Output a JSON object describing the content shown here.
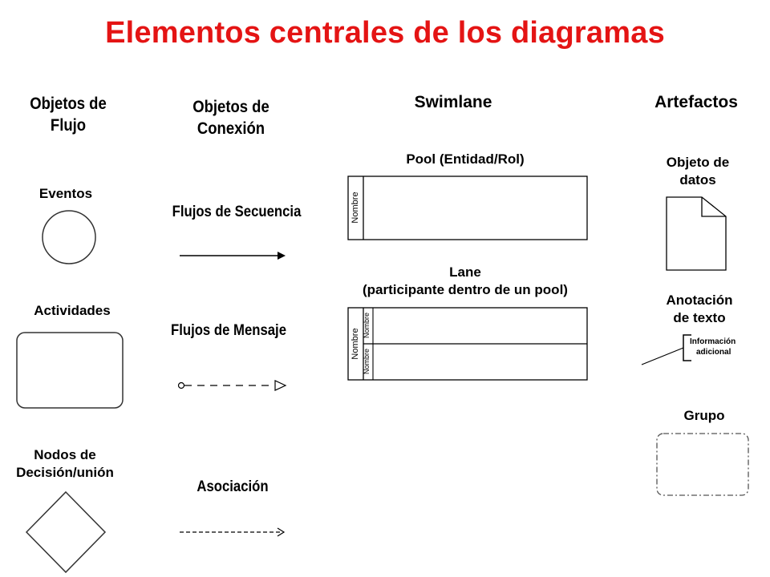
{
  "title": "Elementos centrales de los diagramas",
  "columns": {
    "flow": {
      "header_line1": "Objetos de",
      "header_line2": "Flujo",
      "events": "Eventos",
      "activities": "Actividades",
      "gateway_line1": "Nodos de",
      "gateway_line2": "Decisión/unión"
    },
    "connection": {
      "header_line1": "Objetos de",
      "header_line2": "Conexión",
      "sequence_flow": "Flujos de Secuencia",
      "message_flow": "Flujos de Mensaje",
      "association": "Asociación"
    },
    "swimlane": {
      "header": "Swimlane",
      "pool_label": "Pool (Entidad/Rol)",
      "pool_name": "Nombre",
      "lane_line1": "Lane",
      "lane_line2": "(participante dentro de un pool)",
      "lane_pool_name": "Nombre",
      "lane_name_1": "Nombre",
      "lane_name_2": "Nombre"
    },
    "artifacts": {
      "header": "Artefactos",
      "data_object_line1": "Objeto de",
      "data_object_line2": "datos",
      "annotation_line1": "Anotación",
      "annotation_line2": "de texto",
      "annotation_text_line1": "Información",
      "annotation_text_line2": "adicional",
      "group": "Grupo"
    }
  }
}
